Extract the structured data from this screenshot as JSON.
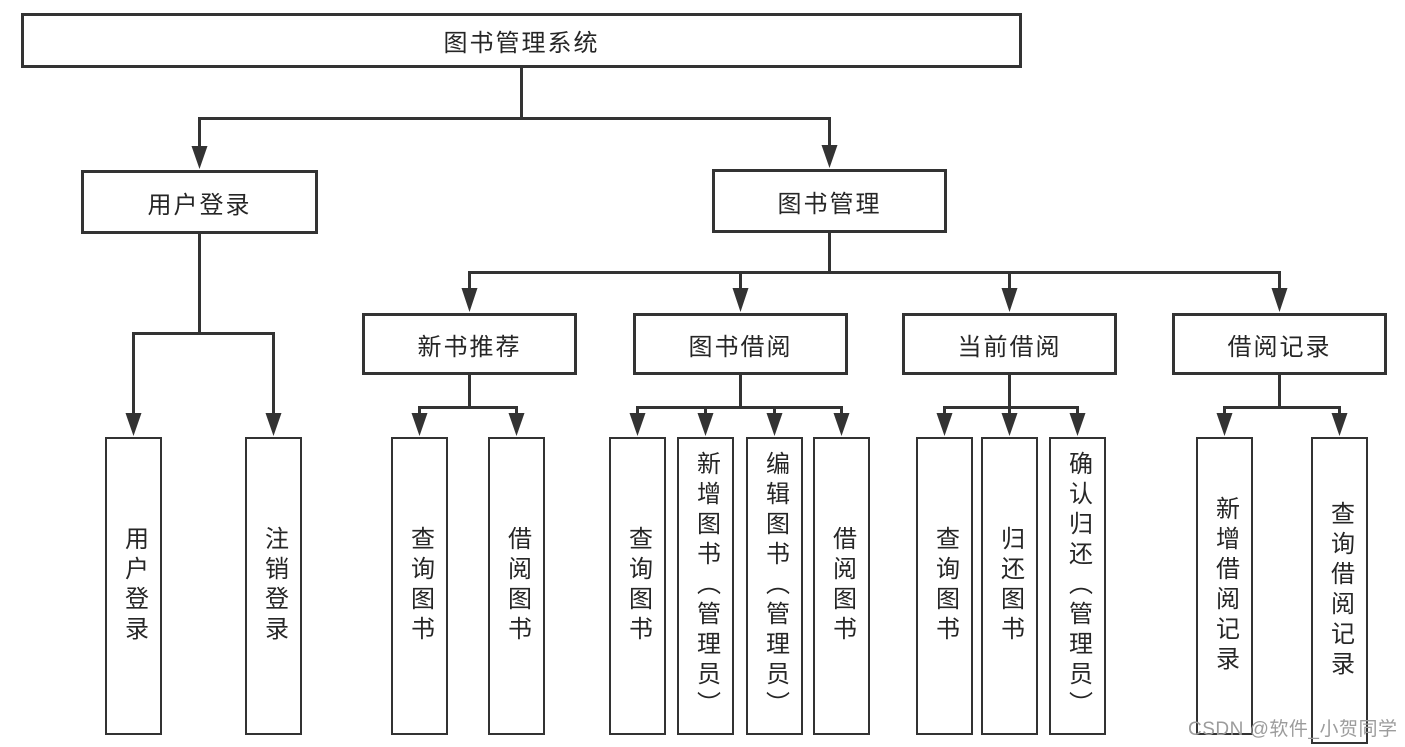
{
  "diagram_title": "图书管理系统",
  "colors": {
    "line": "#333333",
    "box_border": "#333333",
    "text": "#262626",
    "background": "#ffffff",
    "watermark_gray": "#9c9c9c"
  },
  "tree": {
    "label": "图书管理系统",
    "children": [
      {
        "label": "用户登录",
        "children": [
          {
            "label": "用户登录"
          },
          {
            "label": "注销登录"
          }
        ]
      },
      {
        "label": "图书管理",
        "children": [
          {
            "label": "新书推荐",
            "children": [
              {
                "label": "查询图书"
              },
              {
                "label": "借阅图书"
              }
            ]
          },
          {
            "label": "图书借阅",
            "children": [
              {
                "label": "查询图书"
              },
              {
                "label": "新增图书（管理员）"
              },
              {
                "label": "编辑图书（管理员）"
              },
              {
                "label": "借阅图书"
              }
            ]
          },
          {
            "label": "当前借阅",
            "children": [
              {
                "label": "查询图书"
              },
              {
                "label": "归还图书"
              },
              {
                "label": "确认归还（管理员）"
              }
            ]
          },
          {
            "label": "借阅记录",
            "children": [
              {
                "label": "新增借阅记录"
              },
              {
                "label": "查询借阅记录"
              }
            ]
          }
        ]
      }
    ]
  },
  "watermark": {
    "text": "CSDN @软件_小贺同学"
  }
}
